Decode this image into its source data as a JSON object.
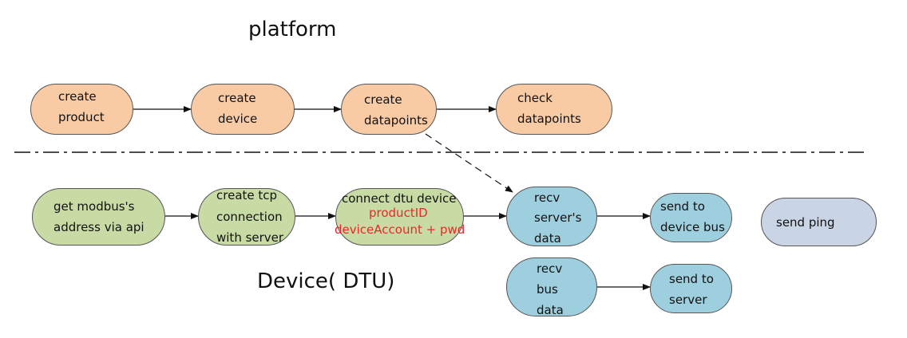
{
  "titles": {
    "platform": "platform",
    "device": "Device( DTU)"
  },
  "platform_flow": {
    "create_product": [
      "create",
      "product"
    ],
    "create_device": [
      "create",
      "device"
    ],
    "create_datapoints": [
      "create",
      "datapoints"
    ],
    "check_datapoints": [
      "check",
      "datapoints"
    ]
  },
  "device_flow": {
    "get_address": [
      "get modbus's",
      "address via api"
    ],
    "create_tcp": [
      "create tcp",
      "connection",
      "with server"
    ],
    "connect_dtu": [
      "connect dtu device",
      "productID",
      "deviceAccount + pwd"
    ],
    "recv_server_data": [
      "recv",
      "server's",
      "data"
    ],
    "send_device_bus": [
      "send to",
      "device bus"
    ],
    "send_ping": [
      "send ping"
    ],
    "recv_bus_data": [
      "recv",
      "bus",
      "data"
    ],
    "send_server": [
      "send to",
      "server"
    ]
  },
  "colors": {
    "platform_node": "#f8cba4",
    "device_node": "#c9dba4",
    "data_node": "#9dcfdf",
    "ping_node": "#c9d4e4",
    "credential_text": "#e8282c"
  }
}
